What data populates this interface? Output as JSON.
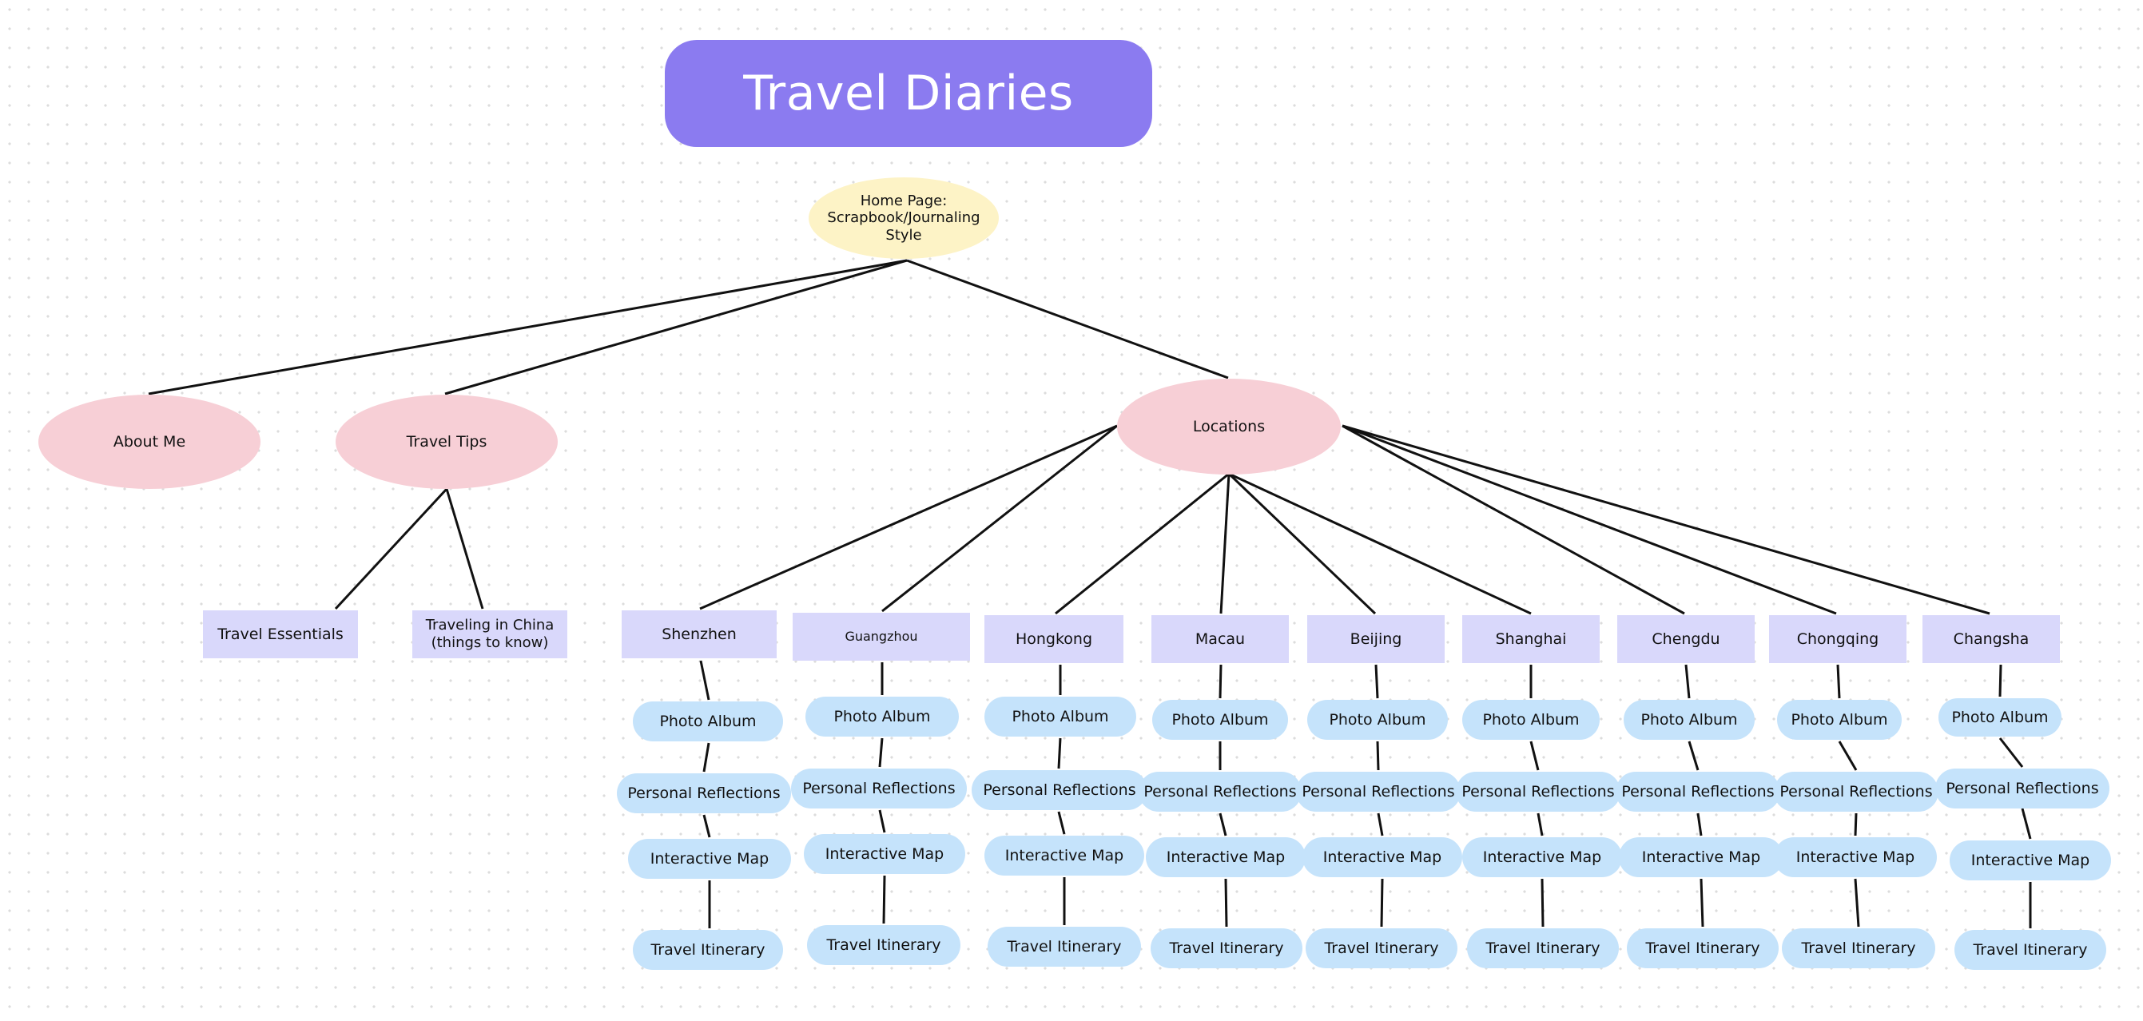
{
  "title": "Travel Diaries",
  "colors": {
    "title_bg": "#8b7bf0",
    "home_fill": "#fdf3c6",
    "section_fill": "#f7cfd6",
    "box_fill": "#d9d8fb",
    "pill_fill": "#c5e3fb",
    "line": "#111111"
  },
  "nodes": {
    "home": "Home Page:\nScrapbook/Journaling\nStyle",
    "about": "About Me",
    "tips": "Travel Tips",
    "locations": "Locations",
    "travel_essentials": "Travel Essentials",
    "traveling_china": "Traveling in China\n(things to know)"
  },
  "page_labels": [
    "Photo Album",
    "Personal Reflections",
    "Interactive Map",
    "Travel Itinerary"
  ],
  "cities": [
    "Shenzhen",
    "Guangzhou",
    "Hongkong",
    "Macau",
    "Beijing",
    "Shanghai",
    "Chengdu",
    "Chongqing",
    "Changsha"
  ]
}
